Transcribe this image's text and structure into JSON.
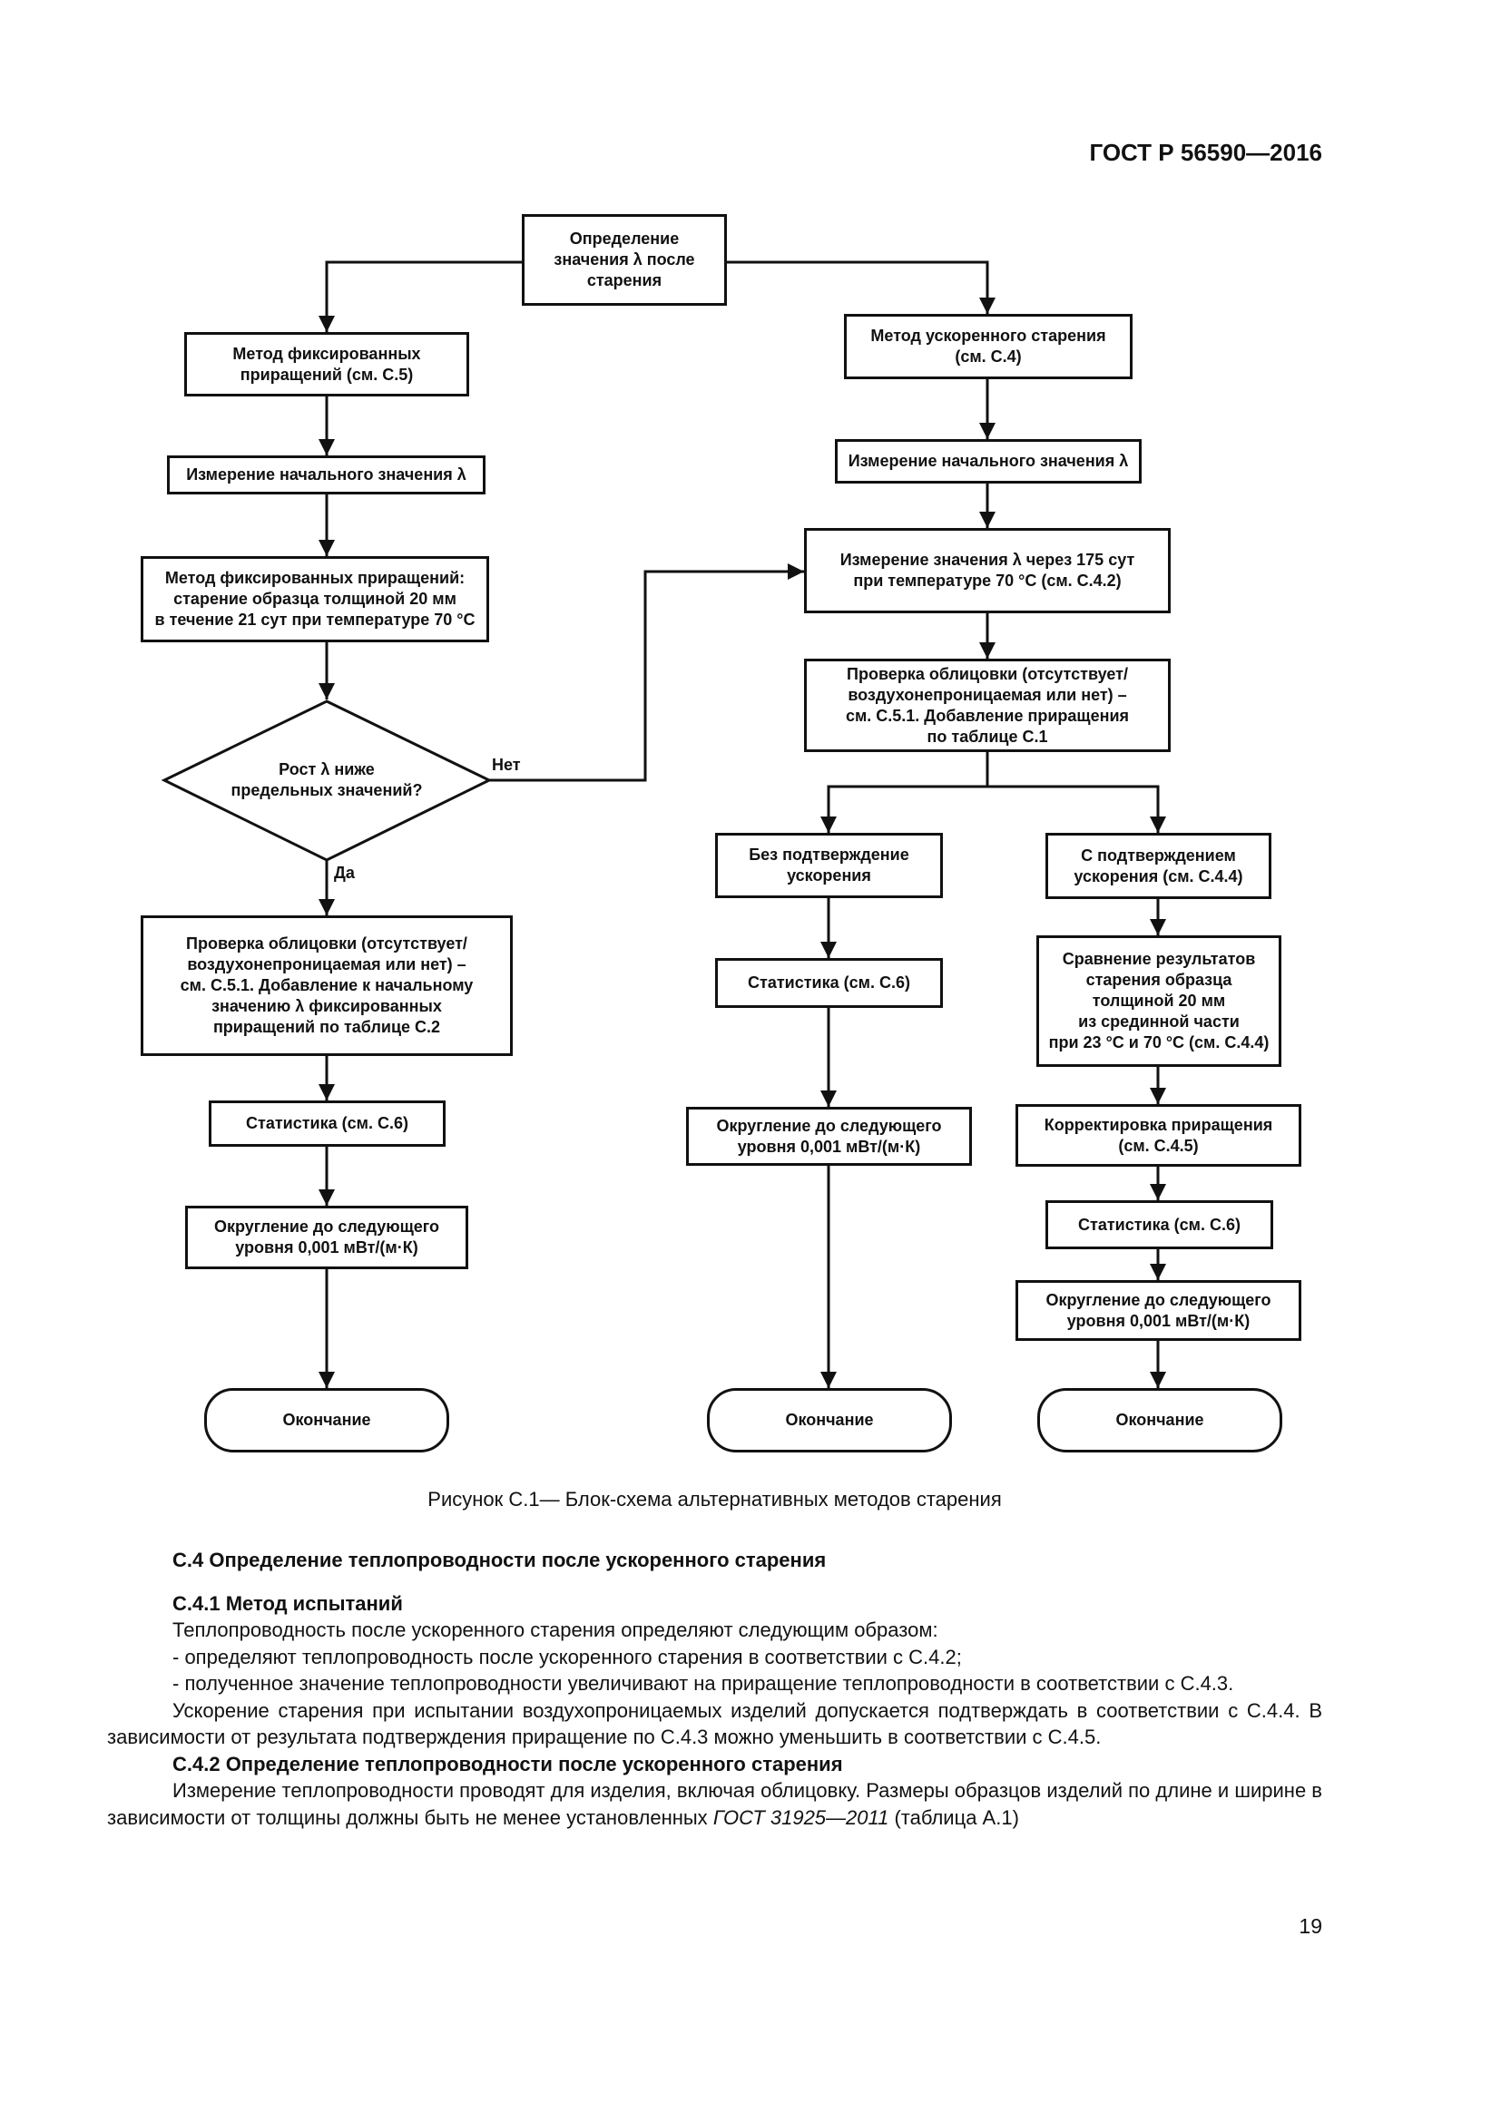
{
  "header": {
    "standard": "ГОСТ Р 56590—2016"
  },
  "flowchart": {
    "start": "Определение\nзначения λ после\nстарения",
    "left": {
      "method": "Метод фиксированных\nприращений (см. С.5)",
      "measure": "Измерение начального значения λ",
      "aging": "Метод фиксированных приращений:\nстарение образца толщиной 20 мм\nв течение 21 сут при температуре 70 °С",
      "decision": "Рост λ ниже\nпредельных значений?",
      "yes_label": "Да",
      "no_label": "Нет",
      "cladding": "Проверка облицовки (отсутствует/\nвоздухонепроницаемая или нет) –\nсм. С.5.1. Добавление к начальному\nзначению λ фиксированных\nприращений по таблице С.2",
      "statistics": "Статистика (см. С.6)",
      "rounding": "Округление до следующего\nуровня 0,001 мВт/(м·К)",
      "end": "Окончание"
    },
    "right": {
      "method": "Метод ускоренного старения\n(см. С.4)",
      "measure": "Измерение начального значения λ",
      "measure175": "Измерение значения λ через 175 сут\nпри температуре 70 °С (см. С.4.2)",
      "cladding": "Проверка облицовки (отсутствует/\nвоздухонепроницаемая или нет) –\nсм. С.5.1. Добавление приращения\nпо таблице С.1",
      "branch_a": {
        "no_confirm": "Без подтверждение\nускорения",
        "statistics": "Статистика (см. С.6)",
        "rounding": "Округление до следующего\nуровня 0,001 мВт/(м·К)",
        "end": "Окончание"
      },
      "branch_b": {
        "with_confirm": "С подтверждением\nускорения (см. С.4.4)",
        "compare": "Сравнение результатов\nстарения образца\nтолщиной 20 мм\nиз срединной части\nпри 23 °С и 70 °С (см. С.4.4)",
        "correction": "Корректировка приращения\n(см. С.4.5)",
        "statistics": "Статистика (см. С.6)",
        "rounding": "Округление до следующего\nуровня 0,001 мВт/(м·К)",
        "end": "Окончание"
      }
    }
  },
  "caption": "Рисунок С.1— Блок-схема альтернативных методов старения",
  "body": {
    "h1": "С.4 Определение теплопроводности после ускоренного старения",
    "h2": "С.4.1 Метод испытаний",
    "p1": "Теплопроводность после ускоренного старения определяют следующим образом:",
    "p2": "- определяют теплопроводность после ускоренного старения в соответствии с С.4.2;",
    "p3": "- полученное значение теплопроводности увеличивают на приращение теплопроводности в соответствии с С.4.3.",
    "p4": "Ускорение старения при испытании воздухопроницаемых изделий допускается подтверждать в соответствии с С.4.4. В зависимости от результата подтверждения приращение по С.4.3 можно уменьшить в соответствии с С.4.5.",
    "h3": "С.4.2 Определение теплопроводности после ускоренного старения",
    "p5_before": "Измерение теплопроводности проводят для изделия, включая облицовку. Размеры образцов изделий по длине и ширине в зависимости от толщины должны быть не менее установленных ",
    "p5_ref": "ГОСТ 31925—2011",
    "p5_after": " (таблица А.1)"
  },
  "page_number": "19"
}
